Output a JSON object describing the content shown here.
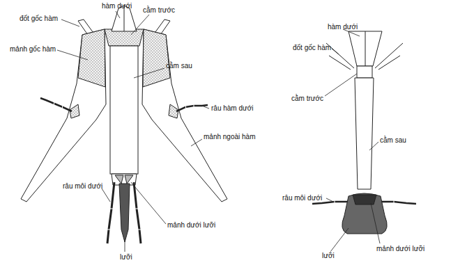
{
  "diagram": {
    "labels": [
      "hàm dưới",
      "cằm trước",
      "đốt gốc hàm",
      "mảnh gốc hàm",
      "cằm sau",
      "râu hàm dưới",
      "mảnh ngoài hàm",
      "râu môi dưới",
      "mảnh dưới lưỡi",
      "lưỡi",
      "hàm dưới",
      "đốt gốc hàm",
      "cằm trước",
      "cằm sau",
      "râu môi dưới",
      "mảnh dưới lưỡi",
      "lưỡi"
    ]
  }
}
